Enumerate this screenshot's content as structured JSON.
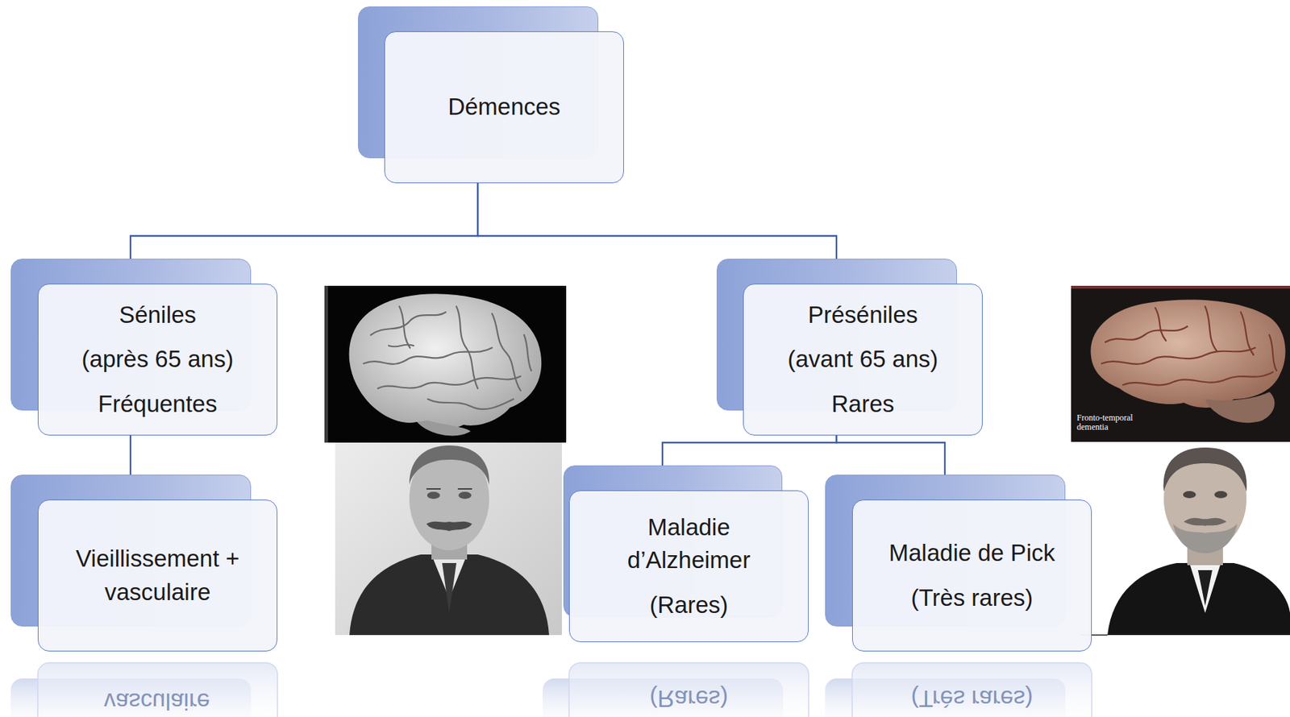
{
  "diagram": {
    "nodes": [
      {
        "text": [
          "Démences"
        ]
      },
      {
        "text": [
          "Séniles",
          "(après 65 ans)",
          "Fréquentes"
        ]
      },
      {
        "text": [
          "Préséniles",
          "(avant 65 ans)",
          "Rares"
        ]
      },
      {
        "text": [
          "Vieillissement + vasculaire"
        ]
      },
      {
        "text": [
          "Maladie d’Alzheimer",
          "(Rares)"
        ]
      },
      {
        "text": [
          "Maladie de Pick",
          "(Très rares)"
        ]
      }
    ],
    "edges": [
      {
        "from": 0,
        "to": 1,
        "arrow": "none"
      },
      {
        "from": 0,
        "to": 2,
        "arrow": "none"
      },
      {
        "from": 1,
        "to": 3,
        "arrow": "none"
      },
      {
        "from": 2,
        "to": 4,
        "arrow": "none"
      },
      {
        "from": 2,
        "to": 5,
        "arrow": "none"
      }
    ],
    "labels": [
      "Fronto-temporal dementia",
      "vasculaire",
      "(Rares)",
      "(Très rares)"
    ]
  }
}
